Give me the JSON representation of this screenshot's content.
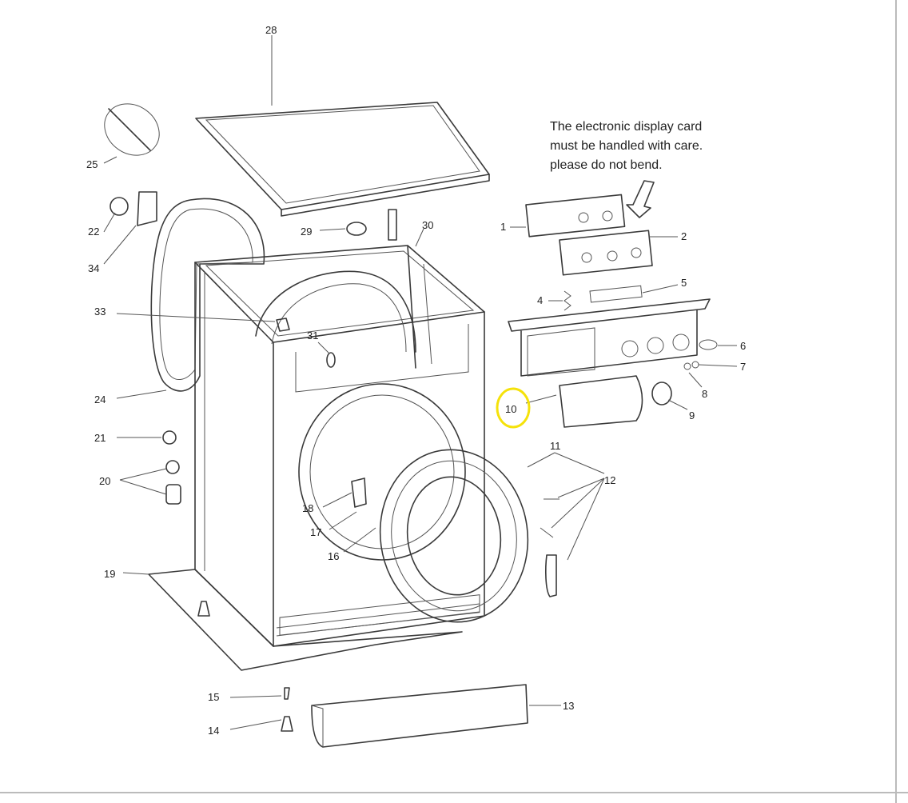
{
  "note": {
    "lines": [
      "The electronic display card",
      "must be handled with care.",
      "please do not bend."
    ]
  },
  "highlight_color": "#f5e20a",
  "labels": {
    "p1": "1",
    "p2": "2",
    "p4": "4",
    "p5": "5",
    "p6": "6",
    "p7": "7",
    "p8": "8",
    "p9": "9",
    "p10": "10",
    "p11": "11",
    "p12": "12",
    "p13": "13",
    "p14": "14",
    "p15": "15",
    "p16": "16",
    "p17": "17",
    "p18": "18",
    "p19": "19",
    "p20": "20",
    "p21": "21",
    "p22": "22",
    "p24": "24",
    "p25": "25",
    "p28": "28",
    "p29": "29",
    "p30": "30",
    "p31": "31",
    "p33": "33",
    "p34": "34"
  }
}
